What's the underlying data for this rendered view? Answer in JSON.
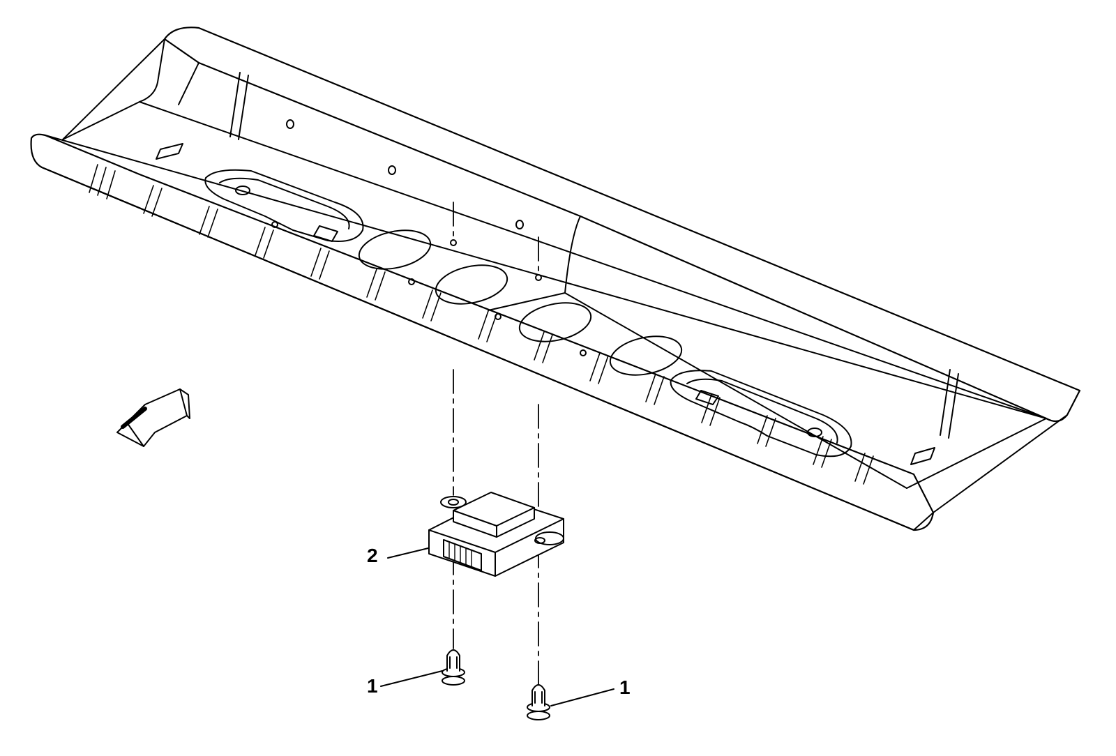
{
  "callouts": [
    {
      "id": "callout-1-left",
      "text": "1"
    },
    {
      "id": "callout-1-right",
      "text": "1"
    },
    {
      "id": "callout-2",
      "text": "2"
    }
  ],
  "icons": [
    "forward-direction-arrow-icon"
  ],
  "colors": {
    "line": "#000000",
    "background": "#ffffff"
  }
}
